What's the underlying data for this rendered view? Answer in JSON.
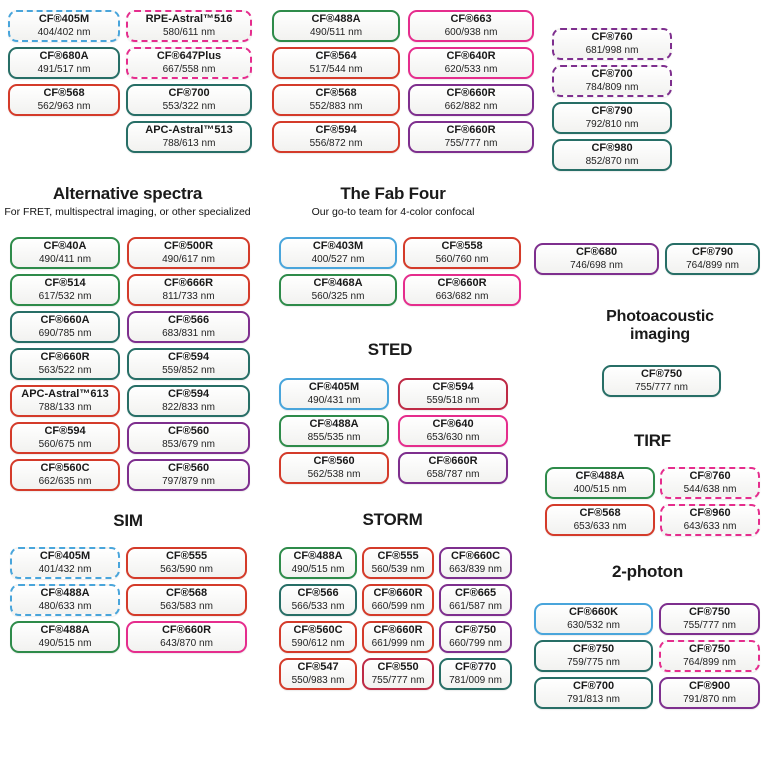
{
  "palette": {
    "blue": "#49A5DB",
    "green": "#2E8B4A",
    "teal": "#276E66",
    "red": "#D43B2A",
    "crimson": "#BE2A45",
    "pink": "#E52D8D",
    "purple": "#7E2F8E"
  },
  "headers": {
    "alt": {
      "title": "Alternative spectra",
      "subtitle": "For FRET, multispectral imaging, or other specialized"
    },
    "fab": {
      "title": "The Fab Four",
      "subtitle": "Our go-to team for 4-color confocal"
    },
    "photo": {
      "title": "Photoacoustic imaging"
    },
    "sted": {
      "title": "STED"
    },
    "tirf": {
      "title": "TIRF"
    },
    "sim": {
      "title": "SIM"
    },
    "storm": {
      "title": "STORM"
    },
    "twophoton": {
      "title": "2-photon"
    }
  },
  "columns": {
    "tl1": [
      {
        "name": "CF®405M",
        "value": "404/402 nm",
        "color": "blue",
        "dashed": true
      },
      {
        "name": "CF®680A",
        "value": "491/517 nm",
        "color": "teal",
        "dashed": false
      },
      {
        "name": "CF®568",
        "value": "562/963 nm",
        "color": "red",
        "dashed": false
      }
    ],
    "tl2": [
      {
        "name": "RPE-Astral™516",
        "value": "580/611 nm",
        "color": "pink",
        "dashed": true
      },
      {
        "name": "CF®647Plus",
        "value": "667/558 nm",
        "color": "pink",
        "dashed": true
      },
      {
        "name": "CF®700",
        "value": "553/322 nm",
        "color": "teal",
        "dashed": false
      },
      {
        "name": "APC-Astral™513",
        "value": "788/613 nm",
        "color": "teal",
        "dashed": false
      }
    ],
    "tm1": [
      {
        "name": "CF®488A",
        "value": "490/511 nm",
        "color": "green",
        "dashed": false
      },
      {
        "name": "CF®564",
        "value": "517/544 nm",
        "color": "red",
        "dashed": false
      },
      {
        "name": "CF®568",
        "value": "552/883 nm",
        "color": "red",
        "dashed": false
      },
      {
        "name": "CF®594",
        "value": "556/872 nm",
        "color": "red",
        "dashed": false
      }
    ],
    "tm2": [
      {
        "name": "CF®663",
        "value": "600/938 nm",
        "color": "pink",
        "dashed": false
      },
      {
        "name": "CF®640R",
        "value": "620/533 nm",
        "color": "pink",
        "dashed": false
      },
      {
        "name": "CF®660R",
        "value": "662/882 nm",
        "color": "purple",
        "dashed": false
      },
      {
        "name": "CF®660R",
        "value": "755/777 nm",
        "color": "purple",
        "dashed": false
      }
    ],
    "tr": [
      {
        "name": "CF®760",
        "value": "681/998 nm",
        "color": "purple",
        "dashed": true
      },
      {
        "name": "CF®700",
        "value": "784/809 nm",
        "color": "purple",
        "dashed": true
      },
      {
        "name": "CF®790",
        "value": "792/810 nm",
        "color": "teal",
        "dashed": false
      },
      {
        "name": "CF®980",
        "value": "852/870 nm",
        "color": "teal",
        "dashed": false
      }
    ],
    "alt1": [
      {
        "name": "CF®40A",
        "value": "490/411 nm",
        "color": "green",
        "dashed": false
      },
      {
        "name": "CF®514",
        "value": "617/532 nm",
        "color": "green",
        "dashed": false
      },
      {
        "name": "CF®660A",
        "value": "690/785 nm",
        "color": "teal",
        "dashed": false
      },
      {
        "name": "CF®660R",
        "value": "563/522 nm",
        "color": "teal",
        "dashed": false
      },
      {
        "name": "APC-Astral™613",
        "value": "788/133 nm",
        "color": "red",
        "dashed": false
      },
      {
        "name": "CF®594",
        "value": "560/675 nm",
        "color": "red",
        "dashed": false
      },
      {
        "name": "CF®560C",
        "value": "662/635 nm",
        "color": "red",
        "dashed": false
      }
    ],
    "alt2": [
      {
        "name": "CF®500R",
        "value": "490/617 nm",
        "color": "red",
        "dashed": false
      },
      {
        "name": "CF®666R",
        "value": "811/733 nm",
        "color": "red",
        "dashed": false
      },
      {
        "name": "CF®566",
        "value": "683/831 nm",
        "color": "purple",
        "dashed": false
      },
      {
        "name": "CF®594",
        "value": "559/852 nm",
        "color": "teal",
        "dashed": false
      },
      {
        "name": "CF®594",
        "value": "822/833 nm",
        "color": "teal",
        "dashed": false
      },
      {
        "name": "CF®560",
        "value": "853/679 nm",
        "color": "purple",
        "dashed": false
      },
      {
        "name": "CF®560",
        "value": "797/879 nm",
        "color": "purple",
        "dashed": false
      }
    ],
    "fab1": [
      {
        "name": "CF®403M",
        "value": "400/527 nm",
        "color": "blue",
        "dashed": false
      },
      {
        "name": "CF®468A",
        "value": "560/325 nm",
        "color": "green",
        "dashed": false
      }
    ],
    "fab2": [
      {
        "name": "CF®558",
        "value": "560/760 nm",
        "color": "red",
        "dashed": false
      },
      {
        "name": "CF®660R",
        "value": "663/682 nm",
        "color": "pink",
        "dashed": false
      }
    ],
    "rp1": [
      {
        "name": "CF®680",
        "value": "746/698 nm",
        "color": "purple",
        "dashed": false
      }
    ],
    "rp2": [
      {
        "name": "CF®790",
        "value": "764/899 nm",
        "color": "teal",
        "dashed": false
      }
    ],
    "photo": [
      {
        "name": "CF®750",
        "value": "755/777 nm",
        "color": "teal",
        "dashed": false
      }
    ],
    "sted1": [
      {
        "name": "CF®405M",
        "value": "490/431 nm",
        "color": "blue",
        "dashed": false
      },
      {
        "name": "CF®488A",
        "value": "855/535 nm",
        "color": "green",
        "dashed": false
      },
      {
        "name": "CF®560",
        "value": "562/538 nm",
        "color": "red",
        "dashed": false
      }
    ],
    "sted2": [
      {
        "name": "CF®594",
        "value": "559/518 nm",
        "color": "crimson",
        "dashed": false
      },
      {
        "name": "CF®640",
        "value": "653/630 nm",
        "color": "pink",
        "dashed": false
      },
      {
        "name": "CF®660R",
        "value": "658/787 nm",
        "color": "purple",
        "dashed": false
      }
    ],
    "tirf1": [
      {
        "name": "CF®488A",
        "value": "400/515 nm",
        "color": "green",
        "dashed": false
      },
      {
        "name": "CF®568",
        "value": "653/633 nm",
        "color": "red",
        "dashed": false
      }
    ],
    "tirf2": [
      {
        "name": "CF®760",
        "value": "544/638 nm",
        "color": "pink",
        "dashed": true
      },
      {
        "name": "CF®960",
        "value": "643/633 nm",
        "color": "pink",
        "dashed": true
      }
    ],
    "sim1": [
      {
        "name": "CF®405M",
        "value": "401/432 nm",
        "color": "blue",
        "dashed": true
      },
      {
        "name": "CF®488A",
        "value": "480/633 nm",
        "color": "blue",
        "dashed": true
      },
      {
        "name": "CF®488A",
        "value": "490/515 nm",
        "color": "green",
        "dashed": false
      }
    ],
    "sim2": [
      {
        "name": "CF®555",
        "value": "563/590 nm",
        "color": "red",
        "dashed": false
      },
      {
        "name": "CF®568",
        "value": "563/583 nm",
        "color": "red",
        "dashed": false
      },
      {
        "name": "CF®660R",
        "value": "643/870 nm",
        "color": "pink",
        "dashed": false
      }
    ],
    "storm1": [
      {
        "name": "CF®488A",
        "value": "490/515 nm",
        "color": "green",
        "dashed": false
      },
      {
        "name": "CF®566",
        "value": "566/533 nm",
        "color": "teal",
        "dashed": false
      },
      {
        "name": "CF®560C",
        "value": "590/612 nm",
        "color": "red",
        "dashed": false
      },
      {
        "name": "CF®547",
        "value": "550/983 nm",
        "color": "red",
        "dashed": false
      }
    ],
    "storm2": [
      {
        "name": "CF®555",
        "value": "560/539 nm",
        "color": "red",
        "dashed": false
      },
      {
        "name": "CF®660R",
        "value": "660/599 nm",
        "color": "red",
        "dashed": false
      },
      {
        "name": "CF®660R",
        "value": "661/999 nm",
        "color": "red",
        "dashed": false
      },
      {
        "name": "CF®550",
        "value": "755/777 nm",
        "color": "crimson",
        "dashed": false
      }
    ],
    "storm3": [
      {
        "name": "CF®660C",
        "value": "663/839 nm",
        "color": "purple",
        "dashed": false
      },
      {
        "name": "CF®665",
        "value": "661/587 nm",
        "color": "purple",
        "dashed": false
      },
      {
        "name": "CF®750",
        "value": "660/799 nm",
        "color": "purple",
        "dashed": false
      },
      {
        "name": "CF®770",
        "value": "781/009 nm",
        "color": "teal",
        "dashed": false
      }
    ],
    "tp1": [
      {
        "name": "CF®660K",
        "value": "630/532 nm",
        "color": "blue",
        "dashed": false
      },
      {
        "name": "CF®750",
        "value": "759/775 nm",
        "color": "teal",
        "dashed": false
      },
      {
        "name": "CF®700",
        "value": "791/813 nm",
        "color": "teal",
        "dashed": false
      }
    ],
    "tp2": [
      {
        "name": "CF®750",
        "value": "755/777 nm",
        "color": "purple",
        "dashed": false
      },
      {
        "name": "CF®750",
        "value": "764/899 nm",
        "color": "pink",
        "dashed": true
      },
      {
        "name": "CF®900",
        "value": "791/870 nm",
        "color": "purple",
        "dashed": false
      }
    ]
  }
}
